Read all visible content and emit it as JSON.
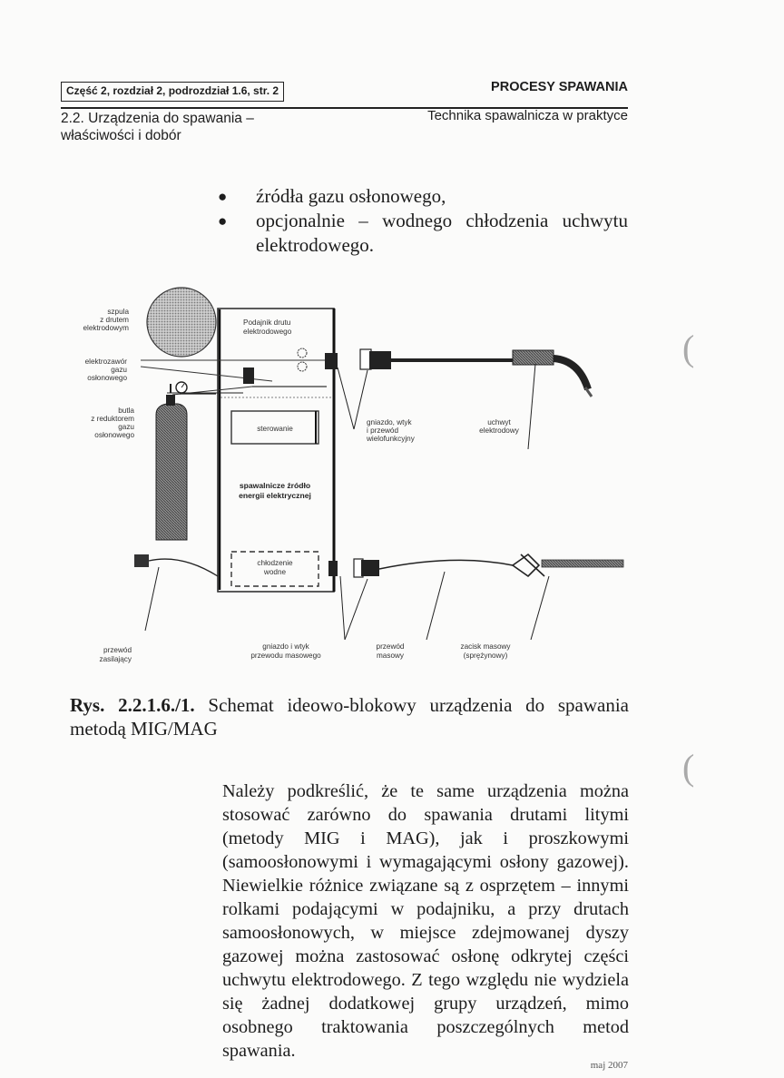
{
  "header": {
    "section_box": "Część 2, rozdział 2, podrozdział 1.6, str. 2",
    "title": "PROCESY SPAWANIA",
    "subtitle_left_line1": "2.2. Urządzenia do spawania –",
    "subtitle_left_line2": "właściwości i dobór",
    "subtitle_right": "Technika spawalnicza w praktyce"
  },
  "bullets": [
    "źródła gazu osłonowego,",
    "opcjonalnie – wodnego chłodzenia uchwytu elektrodowego."
  ],
  "diagram": {
    "labels": {
      "spool": [
        "szpula",
        "z drutem",
        "elektrodowym"
      ],
      "valve": [
        "elektrozawór",
        "gazu",
        "osłonowego"
      ],
      "bottle": [
        "butla",
        "z reduktorem",
        "gazu",
        "osłonowego"
      ],
      "feeder": [
        "Podajnik drutu",
        "elektrodowego"
      ],
      "control": "sterowanie",
      "power_source": [
        "spawalnicze źródło",
        "energii elektrycznej"
      ],
      "cooling": [
        "chłodzenie",
        "wodne"
      ],
      "socket_multi": [
        "gniazdo, wtyk",
        "i przewód",
        "wielofunkcyjny"
      ],
      "torch": [
        "uchwyt",
        "elektrodowy"
      ],
      "supply_cable": [
        "przewód",
        "zasilający"
      ],
      "ground_socket": [
        "gniazdo i wtyk",
        "przewodu masowego"
      ],
      "ground_cable": [
        "przewód",
        "masowy"
      ],
      "ground_clamp": [
        "zacisk masowy",
        "(sprężynowy)"
      ]
    }
  },
  "caption": {
    "number": "Rys. 2.2.1.6./1.",
    "text": "Schemat ideowo-blokowy urządzenia do spawania metodą MIG/MAG"
  },
  "paragraph": "Należy podkreślić, że te same urządzenia można stosować zarówno do spawania drutami litymi (metody MIG i MAG), jak i proszkowymi (samoosłonowymi i wymagającymi osłony gazowej). Niewielkie różnice związane są z osprzętem – innymi rolkami podającymi w podajniku, a przy drutach samoosłonowych, w miejsce zdejmowanej dyszy gazowej można zastosować osłonę odkrytej części uchwytu elektrodowego. Z tego względu nie wydziela się żadnej dodatkowej grupy urządzeń, mimo osobnego traktowania poszczególnych metod spawania.",
  "footer": "maj 2007"
}
